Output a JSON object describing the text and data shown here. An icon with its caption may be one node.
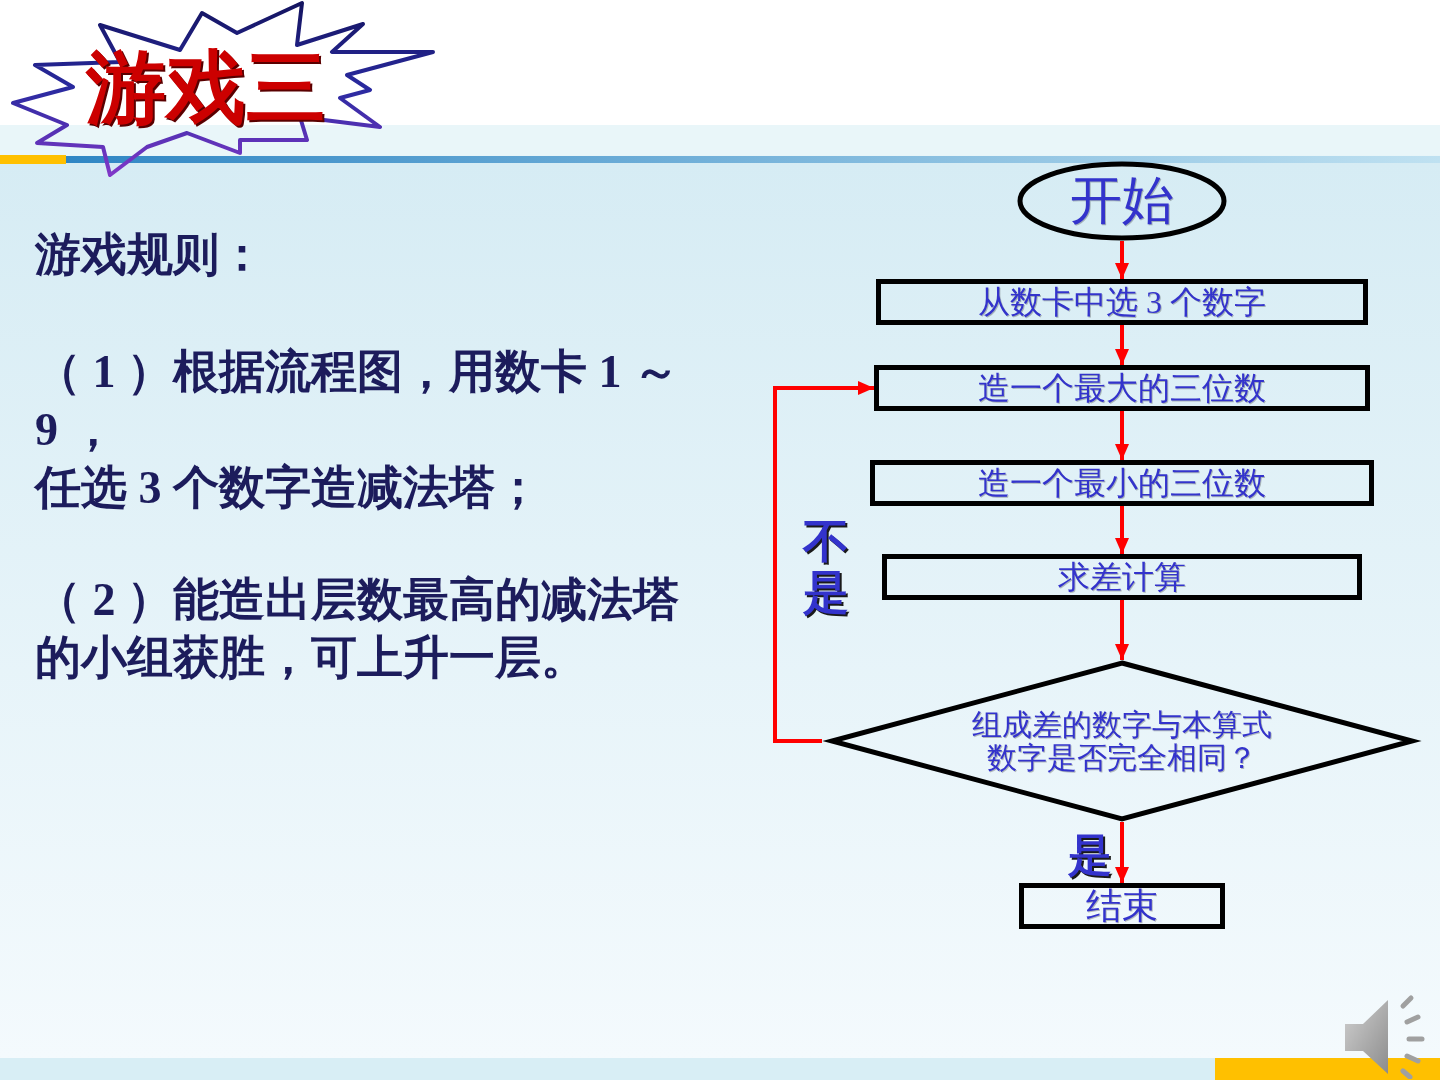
{
  "diagram": {
    "title": "游戏三",
    "nodes": [
      {
        "text": [
          "开始"
        ]
      },
      {
        "text": [
          "从数卡中选 3 个数字"
        ]
      },
      {
        "text": [
          "造一个最大的三位数"
        ]
      },
      {
        "text": [
          "造一个最小的三位数"
        ]
      },
      {
        "text": [
          "求差计算"
        ]
      },
      {
        "text": [
          "组成差的数字与本算式数字是否完全相同？"
        ]
      },
      {
        "text": [
          "结束"
        ]
      }
    ],
    "edges": [
      {
        "from": 0,
        "to": 1,
        "arrow": "to"
      },
      {
        "from": 1,
        "to": 2,
        "arrow": "to"
      },
      {
        "from": 2,
        "to": 3,
        "arrow": "to"
      },
      {
        "from": 3,
        "to": 4,
        "arrow": "to"
      },
      {
        "from": 4,
        "to": 5,
        "arrow": "to"
      },
      {
        "from": 5,
        "to": 6,
        "arrow": "to",
        "label": "是"
      },
      {
        "from": 5,
        "to": 2,
        "arrow": "to",
        "label": "不是"
      }
    ],
    "labels": [
      "游戏规则：",
      "（ 1 ）根据流程图，用数卡 1 ～ 9 ，",
      "任选 3 个数字造减法塔；",
      "（ 2 ）能造出层数最高的减法塔的小组获胜，可上升一层。"
    ]
  }
}
